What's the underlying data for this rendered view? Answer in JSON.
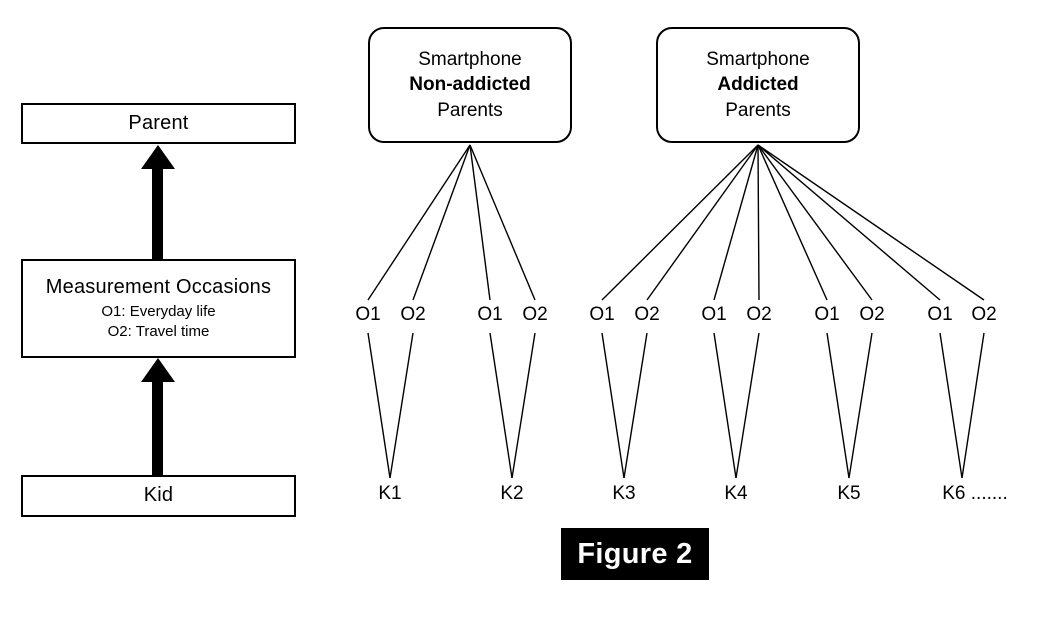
{
  "figure": {
    "caption": "Figure 2",
    "caption_bg": "#000000",
    "caption_fg": "#ffffff"
  },
  "left_panel": {
    "levels": [
      {
        "id": "parent",
        "title": "Parent",
        "sub": []
      },
      {
        "id": "measurement-occasions",
        "title": "Measurement Occasions",
        "sub": [
          "O1: Everyday life",
          "O2: Travel time"
        ]
      },
      {
        "id": "kid",
        "title": "Kid",
        "sub": []
      }
    ],
    "arrows": [
      {
        "from": "kid",
        "to": "measurement-occasions",
        "direction": "up"
      },
      {
        "from": "measurement-occasions",
        "to": "parent",
        "direction": "up"
      }
    ]
  },
  "right_panel": {
    "groups": [
      {
        "id": "nonaddicted",
        "lines": [
          {
            "text": "Smartphone",
            "bold": false
          },
          {
            "text": "Non-addicted",
            "bold": true
          },
          {
            "text": "Parents",
            "bold": false
          }
        ],
        "kids": [
          {
            "label": "K1",
            "occasions": [
              "O1",
              "O2"
            ]
          },
          {
            "label": "K2",
            "occasions": [
              "O1",
              "O2"
            ]
          }
        ]
      },
      {
        "id": "addicted",
        "lines": [
          {
            "text": "Smartphone",
            "bold": false
          },
          {
            "text": "Addicted",
            "bold": true
          },
          {
            "text": "Parents",
            "bold": false
          }
        ],
        "kids": [
          {
            "label": "K3",
            "occasions": [
              "O1",
              "O2"
            ]
          },
          {
            "label": "K4",
            "occasions": [
              "O1",
              "O2"
            ]
          },
          {
            "label": "K5",
            "occasions": [
              "O1",
              "O2"
            ]
          },
          {
            "label": "K6 .......",
            "occasions": [
              "O1",
              "O2"
            ]
          }
        ]
      }
    ]
  },
  "occasion_labels": [
    "O1",
    "O2",
    "O1",
    "O2",
    "O1",
    "O2",
    "O1",
    "O2",
    "O1",
    "O2",
    "O1",
    "O2"
  ],
  "kid_labels": [
    "K1",
    "K2",
    "K3",
    "K4",
    "K5",
    "K6 ......."
  ],
  "colors": {
    "line": "#000000",
    "box_fill": "#ffffff",
    "background": "#ffffff"
  }
}
